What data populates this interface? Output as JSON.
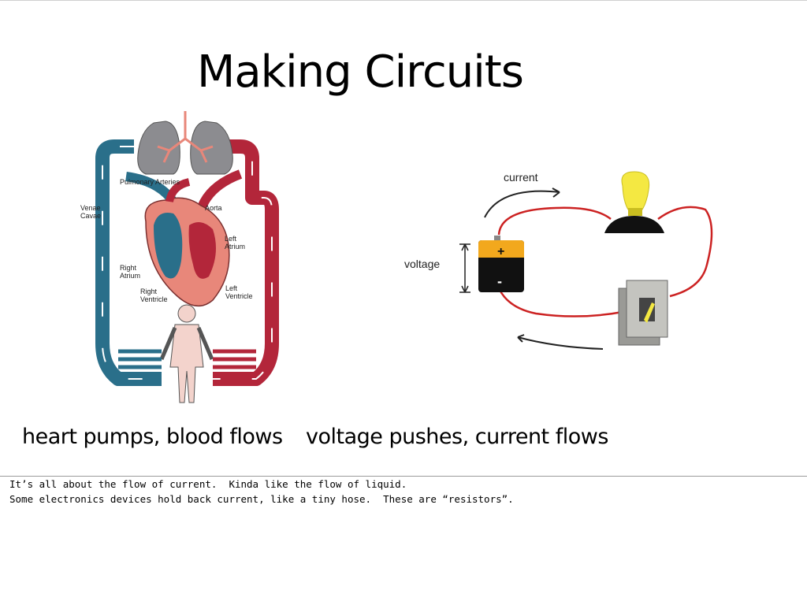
{
  "slide": {
    "title": "Making Circuits",
    "heart_labels": {
      "pulmonary_arteries": "Pulmonary Arteries",
      "venae": "Venae",
      "cavae": "Cavae",
      "aorta": "Aorta",
      "left_atrium_1": "Left",
      "left_atrium_2": "Atrium",
      "right_atrium_1": "Right",
      "right_atrium_2": "Atrium",
      "right_ventricle_1": "Right",
      "right_ventricle_2": "Ventricle",
      "left_ventricle_1": "Left",
      "left_ventricle_2": "Ventricle"
    },
    "circuit_labels": {
      "current": "current",
      "voltage": "voltage",
      "plus": "+",
      "minus": "-"
    },
    "caption_left": "heart pumps, blood flows",
    "caption_right": "voltage pushes, current flows"
  },
  "notes": {
    "lines": [
      "It’s all about the flow of current.  Kinda like the flow of liquid.",
      "Some electronics devices hold back current, like a tiny hose.  These are “resistors”."
    ]
  },
  "colors": {
    "vein_blue": "#2a6f8a",
    "artery_red": "#b3263a",
    "heart_pink": "#e8877a",
    "lung_gray": "#8c8c90",
    "wire_red": "#cc2222",
    "bulb_yellow": "#f4e842",
    "battery_orange": "#f2a81d"
  }
}
